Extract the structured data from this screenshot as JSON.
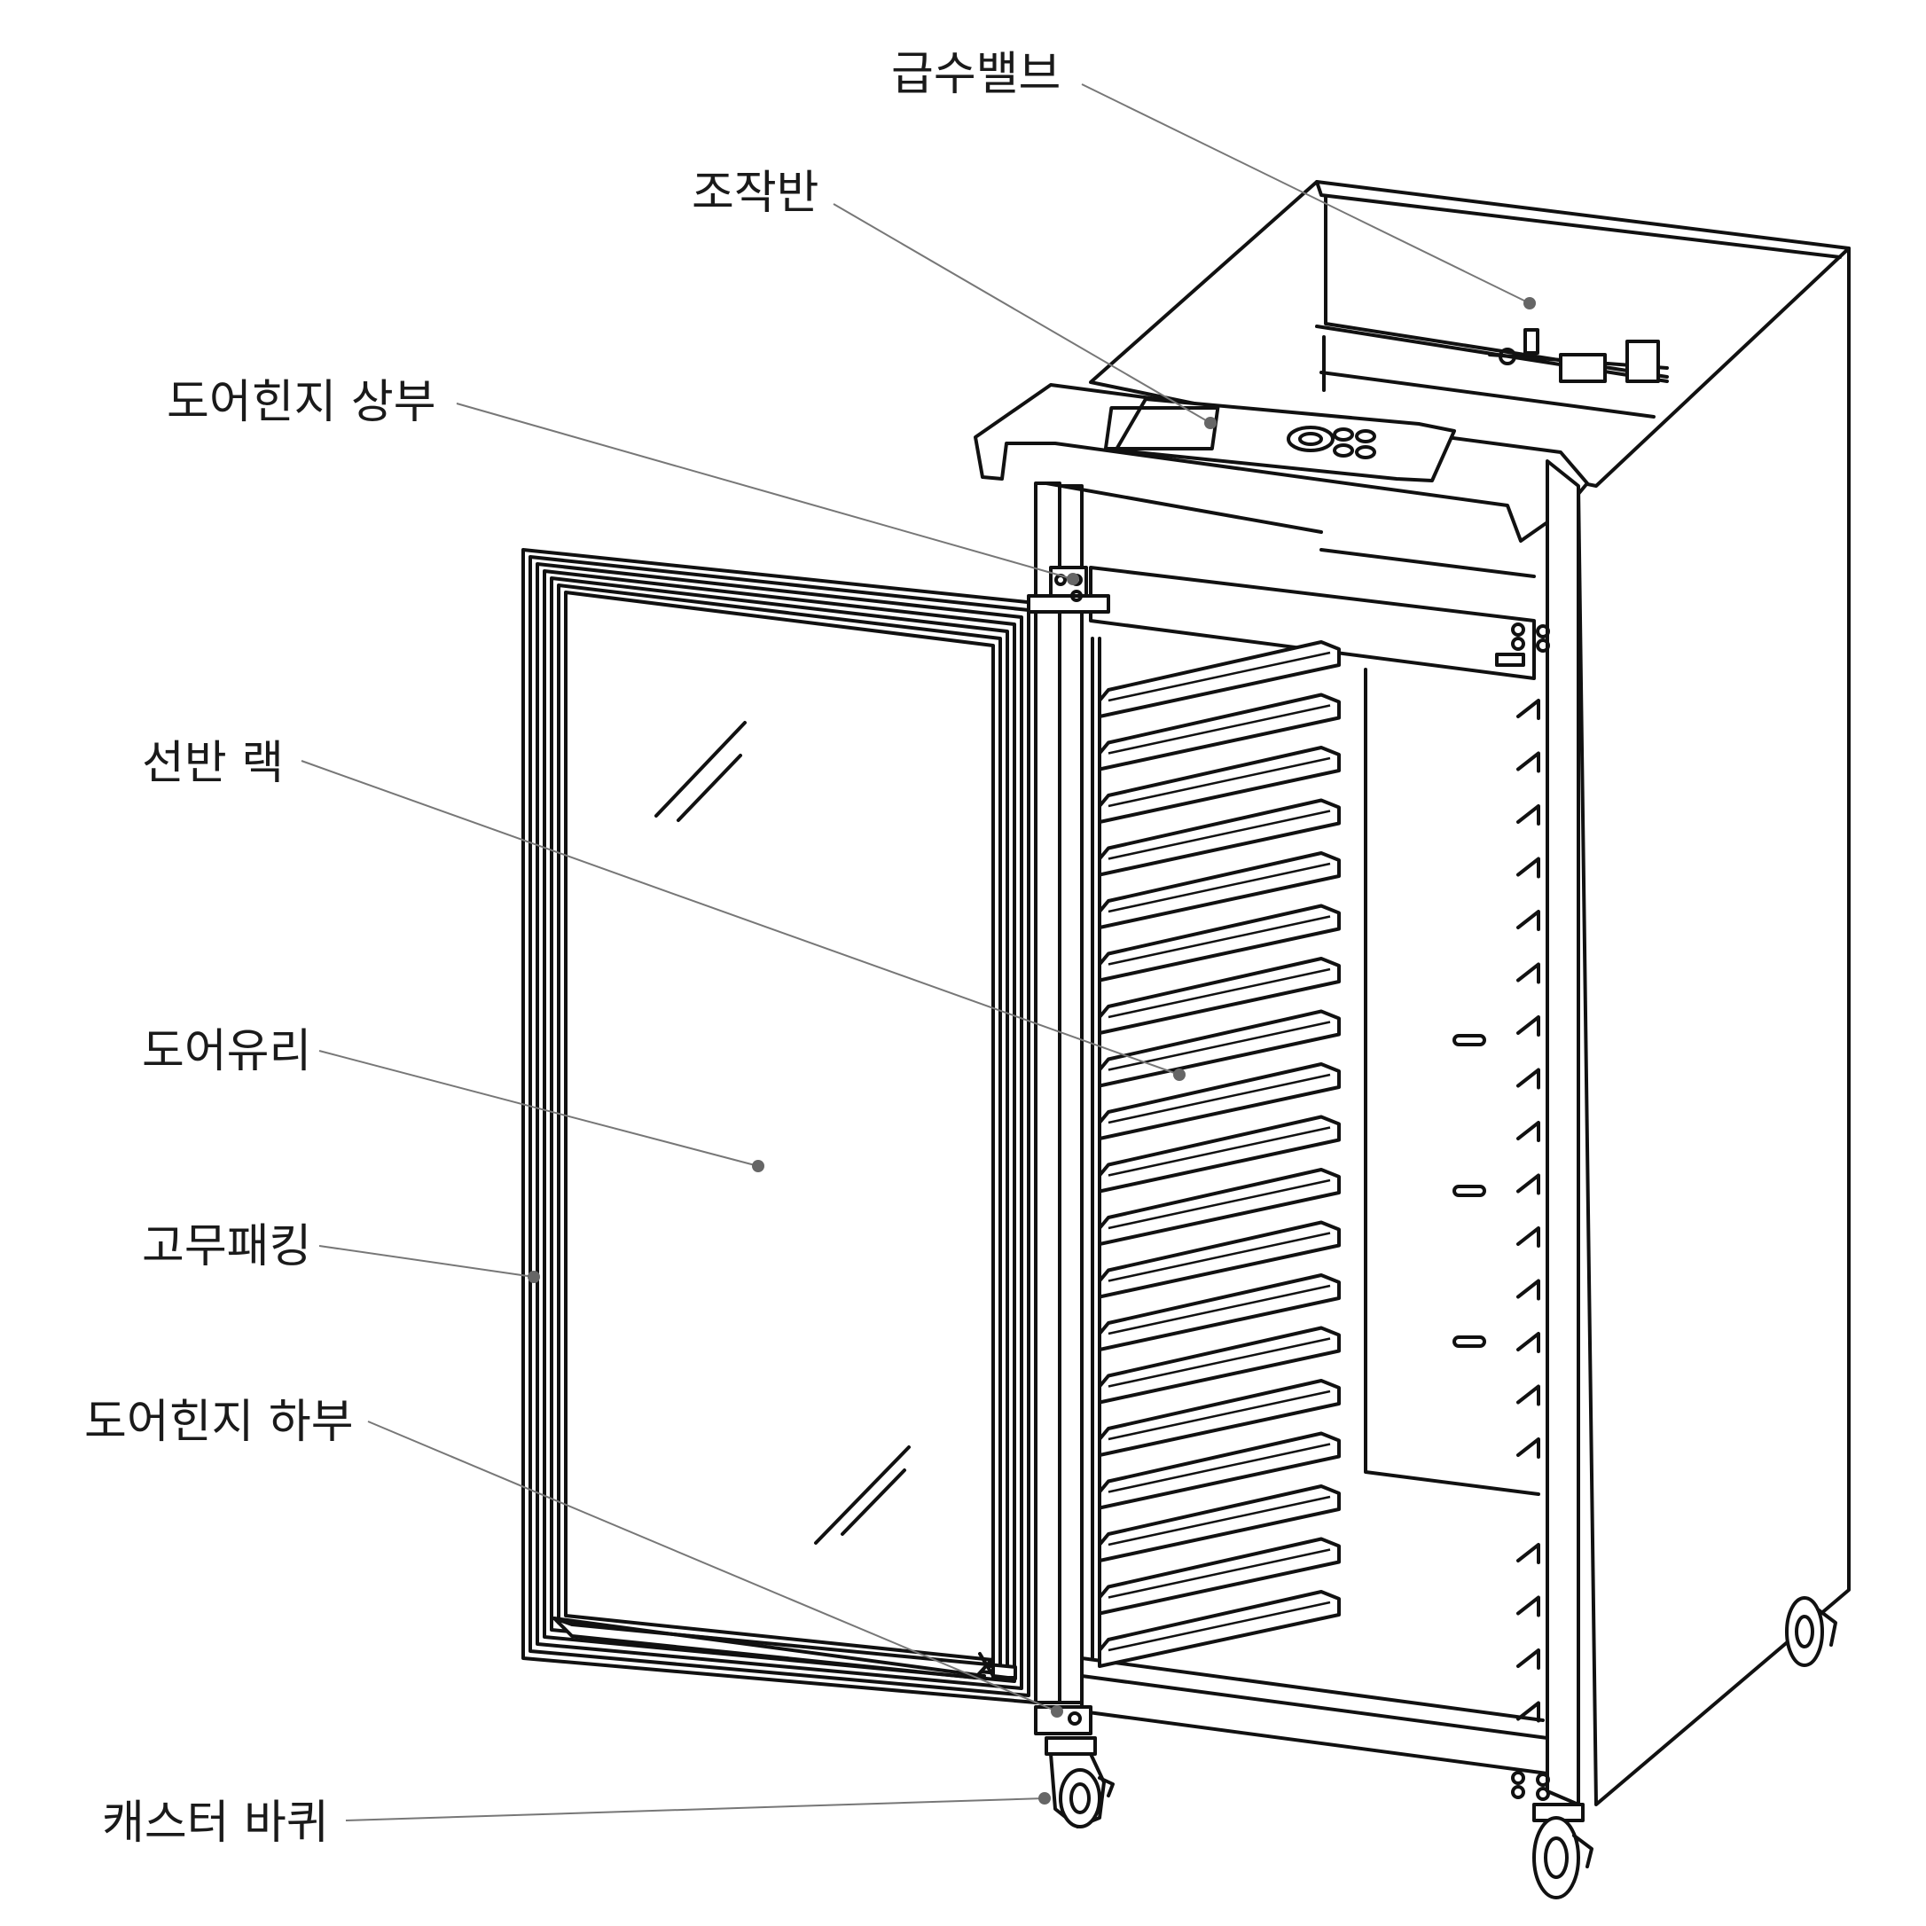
{
  "labels": {
    "water_valve": "급수밸브",
    "control_panel": "조작반",
    "door_hinge_top": "도어힌지 상부",
    "shelf_rack": "선반 랙",
    "door_glass": "도어유리",
    "rubber_packing": "고무패킹",
    "door_hinge_bottom": "도어힌지 하부",
    "caster_wheel": "캐스터 바퀴"
  }
}
